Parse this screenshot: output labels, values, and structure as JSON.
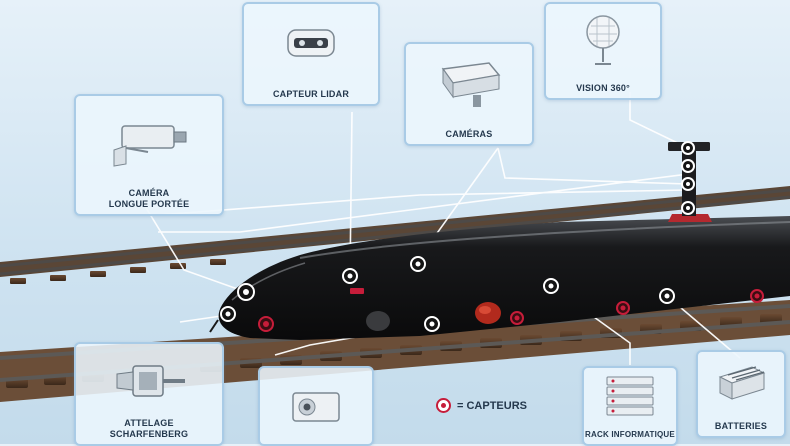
{
  "cards": {
    "camera_long_range": {
      "label": "CAMÉRA\nLONGUE PORTÉE",
      "icon": "long-range-camera-icon"
    },
    "lidar_sensor": {
      "label": "CAPTEUR LIDAR",
      "icon": "lidar-sensor-icon"
    },
    "cameras": {
      "label": "CAMÉRAS",
      "icon": "cameras-icon"
    },
    "vision_360": {
      "label": "VISION 360°",
      "icon": "vision-360-icon"
    },
    "coupling": {
      "label": "ATTELAGE\nSCHARFENBERG",
      "icon": "scharfenberg-coupler-icon"
    },
    "it_rack": {
      "label": "RACK INFORMATIQUE",
      "icon": "server-rack-icon"
    },
    "batteries": {
      "label": "BATTERIES",
      "icon": "battery-pack-icon"
    },
    "bottom_camera": {
      "label": "",
      "icon": "camera-box-icon"
    }
  },
  "legend": {
    "label": "= CAPTEURS",
    "icon": "sensor-marker-icon"
  },
  "colors": {
    "sensor_red": "#c61d3a",
    "card_border": "#a9cbe6",
    "train_body": "#121315"
  }
}
